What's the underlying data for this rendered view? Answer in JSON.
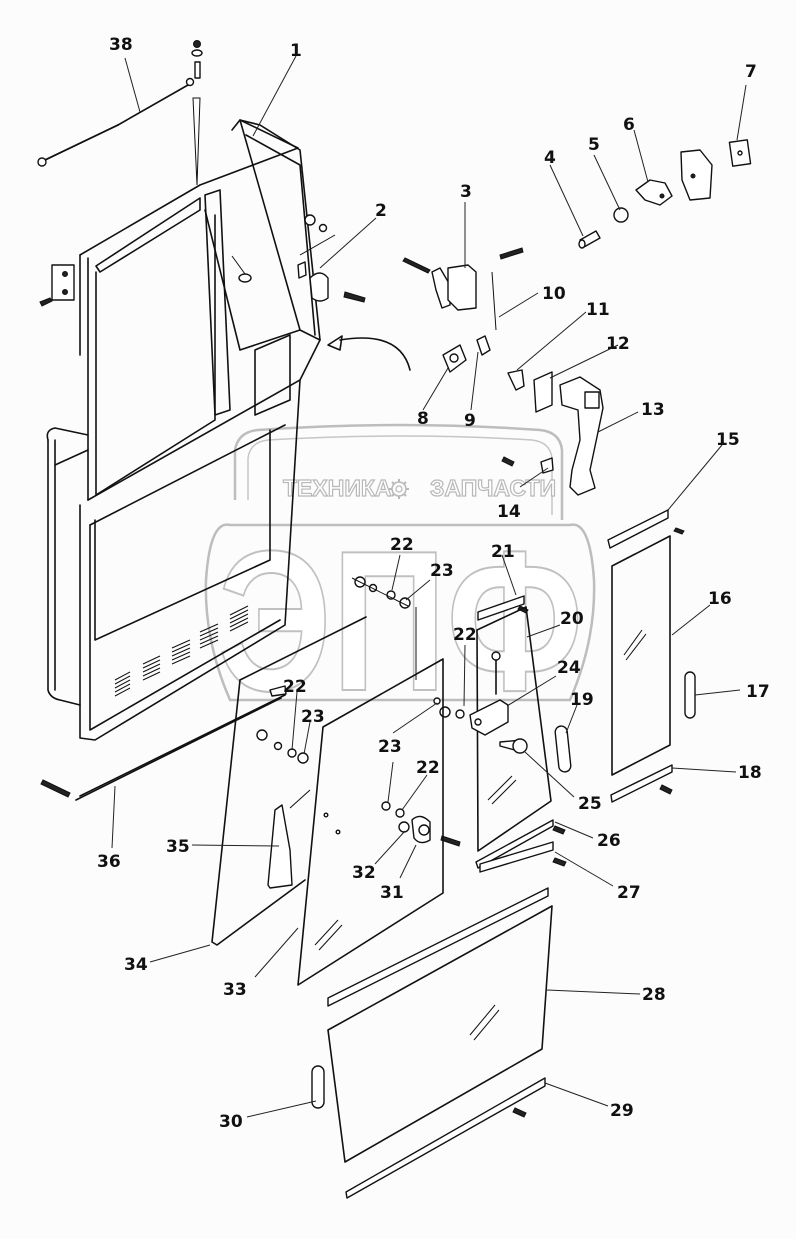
{
  "diagram": {
    "type": "exploded-parts-drawing",
    "subject": "cab door assembly",
    "watermark": {
      "left_word": "ТЕХНИКА",
      "right_word": "ЗАПЧАСТИ",
      "gear_icon": "gear-icon",
      "logo_letters": "ЭПФ"
    },
    "callouts": [
      {
        "id": "1",
        "text": "1"
      },
      {
        "id": "2",
        "text": "2"
      },
      {
        "id": "3",
        "text": "3"
      },
      {
        "id": "4",
        "text": "4"
      },
      {
        "id": "5",
        "text": "5"
      },
      {
        "id": "6",
        "text": "6"
      },
      {
        "id": "7",
        "text": "7"
      },
      {
        "id": "8",
        "text": "8"
      },
      {
        "id": "9",
        "text": "9"
      },
      {
        "id": "10",
        "text": "10"
      },
      {
        "id": "11",
        "text": "11"
      },
      {
        "id": "12",
        "text": "12"
      },
      {
        "id": "13",
        "text": "13"
      },
      {
        "id": "14",
        "text": "14"
      },
      {
        "id": "15",
        "text": "15"
      },
      {
        "id": "16",
        "text": "16"
      },
      {
        "id": "17",
        "text": "17"
      },
      {
        "id": "18",
        "text": "18"
      },
      {
        "id": "19",
        "text": "19"
      },
      {
        "id": "20",
        "text": "20"
      },
      {
        "id": "21",
        "text": "21"
      },
      {
        "id": "22a",
        "text": "22"
      },
      {
        "id": "23a",
        "text": "23"
      },
      {
        "id": "22b",
        "text": "22"
      },
      {
        "id": "24",
        "text": "24"
      },
      {
        "id": "22c",
        "text": "22"
      },
      {
        "id": "23b",
        "text": "23"
      },
      {
        "id": "23c",
        "text": "23"
      },
      {
        "id": "22d",
        "text": "22"
      },
      {
        "id": "25",
        "text": "25"
      },
      {
        "id": "26",
        "text": "26"
      },
      {
        "id": "27",
        "text": "27"
      },
      {
        "id": "28",
        "text": "28"
      },
      {
        "id": "29",
        "text": "29"
      },
      {
        "id": "30",
        "text": "30"
      },
      {
        "id": "31",
        "text": "31"
      },
      {
        "id": "32",
        "text": "32"
      },
      {
        "id": "33",
        "text": "33"
      },
      {
        "id": "34",
        "text": "34"
      },
      {
        "id": "35",
        "text": "35"
      },
      {
        "id": "36",
        "text": "36"
      },
      {
        "id": "38",
        "text": "38"
      }
    ]
  }
}
